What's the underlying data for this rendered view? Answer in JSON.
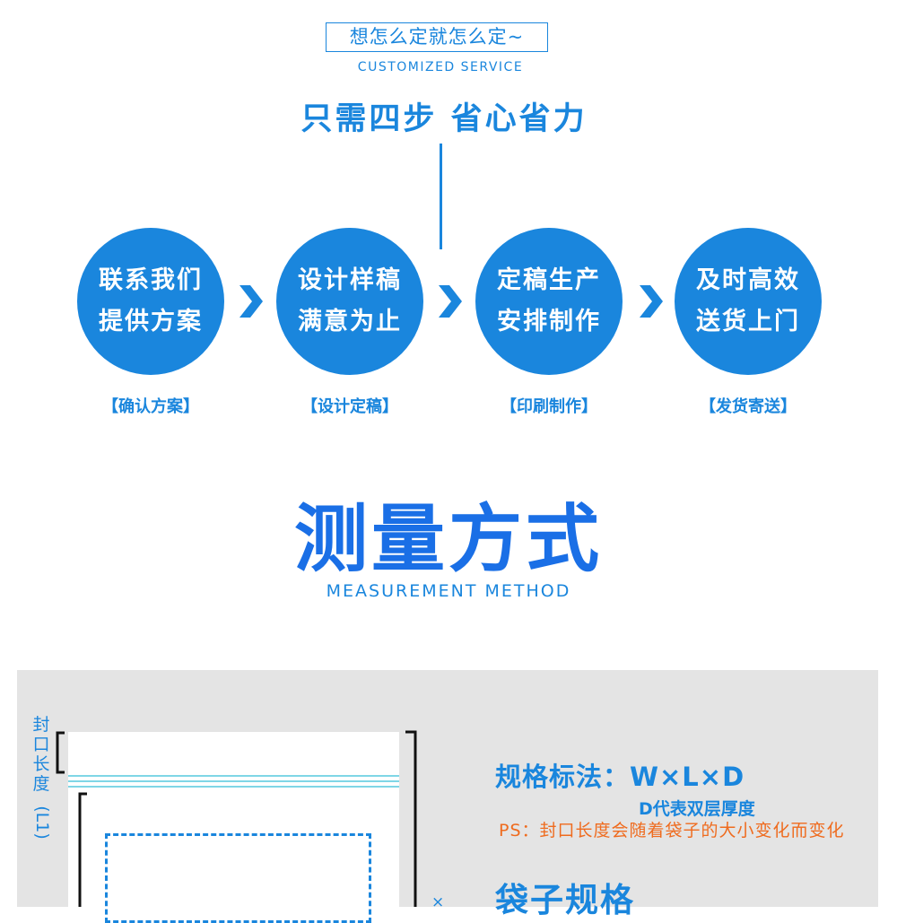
{
  "header": {
    "slogan": "想怎么定就怎么定~",
    "slogan_en": "CUSTOMIZED SERVICE",
    "headline": "只需四步 省心省力"
  },
  "steps": [
    {
      "line1": "联系我们",
      "line2": "提供方案",
      "tag": "【确认方案】"
    },
    {
      "line1": "设计样稿",
      "line2": "满意为止",
      "tag": "【设计定稿】"
    },
    {
      "line1": "定稿生产",
      "line2": "安排制作",
      "tag": "【印刷制作】"
    },
    {
      "line1": "及时高效",
      "line2": "送货上门",
      "tag": "【发货寄送】"
    }
  ],
  "measurement": {
    "title": "测量方式",
    "title_en": "MEASUREMENT METHOD",
    "seal_label": "封口长度",
    "seal_code": "(L1)",
    "spec_method": "规格标法：W×L×D",
    "spec_d": "D代表双层厚度",
    "spec_ps": "PS：封口长度会随着袋子的大小变化而变化",
    "bag_spec_title": "袋子规格",
    "partial_mark": "×"
  },
  "colors": {
    "primary_blue": "#1a86dd",
    "accent_orange": "#ef6b1e",
    "panel_gray": "#e4e4e4",
    "zip_cyan": "#7fd6e6"
  },
  "icons": [
    "chevron-right-icon"
  ]
}
